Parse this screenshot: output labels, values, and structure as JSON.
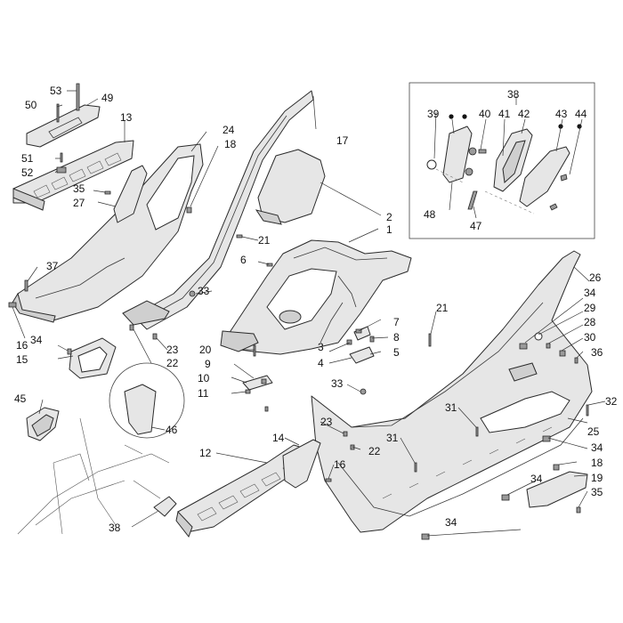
{
  "callouts": [
    {
      "id": "c1",
      "text": "1"
    },
    {
      "id": "c2",
      "text": "2"
    },
    {
      "id": "c3",
      "text": "3"
    },
    {
      "id": "c4",
      "text": "4"
    },
    {
      "id": "c5",
      "text": "5"
    },
    {
      "id": "c6",
      "text": "6"
    },
    {
      "id": "c7",
      "text": "7"
    },
    {
      "id": "c8",
      "text": "8"
    },
    {
      "id": "c9",
      "text": "9"
    },
    {
      "id": "c10",
      "text": "10"
    },
    {
      "id": "c11",
      "text": "11"
    },
    {
      "id": "c12",
      "text": "12"
    },
    {
      "id": "c13",
      "text": "13"
    },
    {
      "id": "c14",
      "text": "14"
    },
    {
      "id": "c15",
      "text": "15"
    },
    {
      "id": "c16a",
      "text": "16"
    },
    {
      "id": "c16b",
      "text": "16"
    },
    {
      "id": "c17",
      "text": "17"
    },
    {
      "id": "c18a",
      "text": "18"
    },
    {
      "id": "c18b",
      "text": "18"
    },
    {
      "id": "c19",
      "text": "19"
    },
    {
      "id": "c20",
      "text": "20"
    },
    {
      "id": "c21a",
      "text": "21"
    },
    {
      "id": "c21b",
      "text": "21"
    },
    {
      "id": "c22a",
      "text": "22"
    },
    {
      "id": "c22b",
      "text": "22"
    },
    {
      "id": "c23a",
      "text": "23"
    },
    {
      "id": "c23b",
      "text": "23"
    },
    {
      "id": "c24",
      "text": "24"
    },
    {
      "id": "c25",
      "text": "25"
    },
    {
      "id": "c26",
      "text": "26"
    },
    {
      "id": "c27",
      "text": "27"
    },
    {
      "id": "c28",
      "text": "28"
    },
    {
      "id": "c29",
      "text": "29"
    },
    {
      "id": "c30",
      "text": "30"
    },
    {
      "id": "c31a",
      "text": "31"
    },
    {
      "id": "c31b",
      "text": "31"
    },
    {
      "id": "c32",
      "text": "32"
    },
    {
      "id": "c33a",
      "text": "33"
    },
    {
      "id": "c33b",
      "text": "33"
    },
    {
      "id": "c34a",
      "text": "34"
    },
    {
      "id": "c34b",
      "text": "34"
    },
    {
      "id": "c34c",
      "text": "34"
    },
    {
      "id": "c34d",
      "text": "34"
    },
    {
      "id": "c34e",
      "text": "34"
    },
    {
      "id": "c35a",
      "text": "35"
    },
    {
      "id": "c35b",
      "text": "35"
    },
    {
      "id": "c36",
      "text": "36"
    },
    {
      "id": "c37",
      "text": "37"
    },
    {
      "id": "c38a",
      "text": "38"
    },
    {
      "id": "c38b",
      "text": "38"
    },
    {
      "id": "c39",
      "text": "39"
    },
    {
      "id": "c40",
      "text": "40"
    },
    {
      "id": "c41",
      "text": "41"
    },
    {
      "id": "c42",
      "text": "42"
    },
    {
      "id": "c43",
      "text": "43"
    },
    {
      "id": "c44",
      "text": "44"
    },
    {
      "id": "c45",
      "text": "45"
    },
    {
      "id": "c46",
      "text": "46"
    },
    {
      "id": "c47",
      "text": "47"
    },
    {
      "id": "c48",
      "text": "48"
    },
    {
      "id": "c49",
      "text": "49"
    },
    {
      "id": "c50",
      "text": "50"
    },
    {
      "id": "c51",
      "text": "51"
    },
    {
      "id": "c52",
      "text": "52"
    },
    {
      "id": "c53",
      "text": "53"
    }
  ]
}
